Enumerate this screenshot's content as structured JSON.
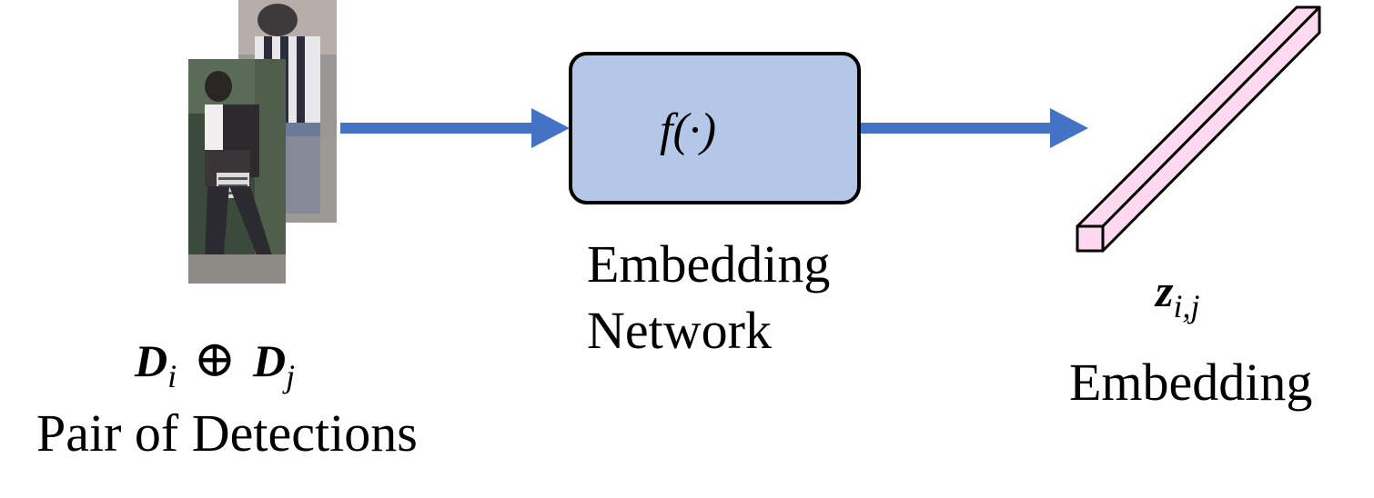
{
  "input": {
    "symbol_a": "D",
    "sub_a": "i",
    "operator": "⊕",
    "symbol_b": "D",
    "sub_b": "j",
    "caption": "Pair of Detections"
  },
  "network": {
    "function_label": "f(·)",
    "caption_line1": "Embedding",
    "caption_line2": "Network",
    "fill_color": "#b4c7e7"
  },
  "output": {
    "symbol": "z",
    "sub": "i,j",
    "caption": "Embedding",
    "fill_color": "#ffd9f0"
  },
  "arrow_color": "#4472c4"
}
